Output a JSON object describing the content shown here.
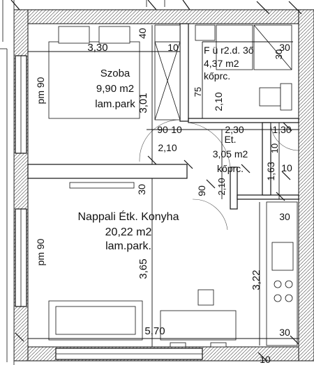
{
  "rooms": {
    "bedroom": {
      "name": "Szoba",
      "area": "9,90 m2",
      "floor": "lam.park"
    },
    "bathroom": {
      "name": "F ü r2.d. 3ő",
      "area": "4,37 m2",
      "floor": "kőprc."
    },
    "hall": {
      "name": "Et.",
      "area": "3,05 m2",
      "floor": "kőprc."
    },
    "living": {
      "name": "Nappali Étk. Konyha",
      "area": "20,22 m2",
      "floor": "lam.park."
    }
  },
  "dimensions": {
    "bedroom_width": "3,30",
    "bedroom_height": "3,01",
    "bedroom_window": "pm 90",
    "wall_40": "40",
    "wall_10_top": "10",
    "bath_30": "30",
    "bath_vertical": "2,10",
    "bath_door": "75",
    "door_90_a": "90",
    "wall_10_mid": "10",
    "bedroom_door_h": "2,10",
    "hall_width": "2,30",
    "hall_small": "1,30",
    "hall_10_a": "10",
    "hall_10_b": "10",
    "hall_height": "1,63",
    "hall_door": "2,10",
    "door_90_b": "90",
    "living_30_top": "30",
    "living_window": "pm 90",
    "living_height": "3,65",
    "kitchen_length": "3,22",
    "kitchen_30_top": "30",
    "kitchen_30_bottom": "30",
    "living_width": "5,70",
    "bottom_10": "10",
    "bath_side_30": "30"
  }
}
